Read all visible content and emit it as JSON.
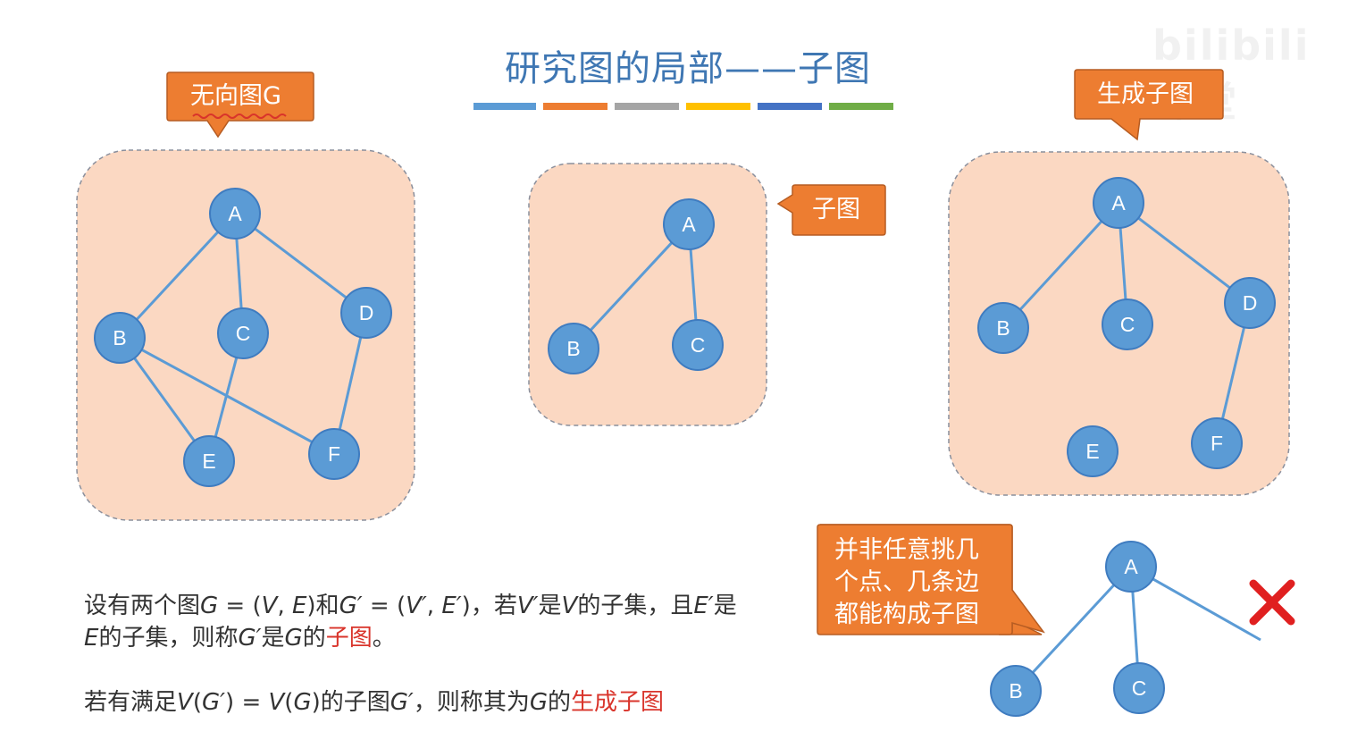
{
  "title": "研究图的局部——子图",
  "title_bar_colors": [
    "#5b9bd5",
    "#ed7d31",
    "#a5a5a5",
    "#ffc000",
    "#4472c4",
    "#70ad47"
  ],
  "colors": {
    "node_fill": "#5b9bd5",
    "node_stroke": "#3f7cc0",
    "edge": "#5b9bd5",
    "panel_fill": "#fbd8c2",
    "panel_stroke": "#8a8f9c",
    "callout_fill": "#ed7d31",
    "callout_stroke": "#b65c22",
    "highlight_red": "#d9342b",
    "x_mark": "#e02020"
  },
  "callouts": {
    "undirected_graph": "无向图G",
    "subgraph": "子图",
    "spanning_subgraph": "生成子图",
    "warning_line1": "并非任意挑几",
    "warning_line2": "个点、几条边",
    "warning_line3": "都能构成子图"
  },
  "watermark": "bilibili课堂",
  "definition": {
    "line1_a": "设有两个图",
    "line1_b": "G",
    "line1_c": " = (",
    "line1_d": "V",
    "line1_e": ", ",
    "line1_f": "E",
    "line1_g": ")和",
    "line1_h": "G′",
    "line1_i": " = (",
    "line1_j": "V′",
    "line1_k": ", ",
    "line1_l": "E′",
    "line1_m": ")，若",
    "line1_n": "V′",
    "line1_o": "是",
    "line1_p": "V",
    "line1_q": "的子集，且",
    "line1_r": "E′",
    "line1_s": "是",
    "line2_a": "E",
    "line2_b": "的子集，则称",
    "line2_c": "G′",
    "line2_d": "是",
    "line2_e": "G",
    "line2_f": "的",
    "line2_red": "子图",
    "line2_end": "。",
    "line3_a": "若有满足",
    "line3_b": "V",
    "line3_c": "(",
    "line3_d": "G′",
    "line3_e": ") = ",
    "line3_f": "V",
    "line3_g": "(",
    "line3_h": "G",
    "line3_i": ")的子图",
    "line3_j": "G′",
    "line3_k": "，则称其为",
    "line3_l": "G",
    "line3_m": "的",
    "line3_red": "生成子图"
  },
  "graphs": {
    "graph_g": {
      "nodes": [
        "A",
        "B",
        "C",
        "D",
        "E",
        "F"
      ],
      "edges": [
        [
          "A",
          "B"
        ],
        [
          "A",
          "C"
        ],
        [
          "A",
          "D"
        ],
        [
          "B",
          "E"
        ],
        [
          "B",
          "F"
        ],
        [
          "C",
          "E"
        ],
        [
          "D",
          "F"
        ]
      ]
    },
    "subgraph": {
      "nodes": [
        "A",
        "B",
        "C"
      ],
      "edges": [
        [
          "A",
          "B"
        ],
        [
          "A",
          "C"
        ]
      ]
    },
    "spanning_subgraph": {
      "nodes": [
        "A",
        "B",
        "C",
        "D",
        "E",
        "F"
      ],
      "edges": [
        [
          "A",
          "B"
        ],
        [
          "A",
          "C"
        ],
        [
          "A",
          "D"
        ],
        [
          "D",
          "F"
        ]
      ]
    },
    "invalid_example": {
      "nodes": [
        "A",
        "B",
        "C"
      ],
      "edges": [
        [
          "A",
          "B"
        ],
        [
          "A",
          "C"
        ]
      ],
      "dangling_edges_from": [
        "A"
      ]
    }
  }
}
